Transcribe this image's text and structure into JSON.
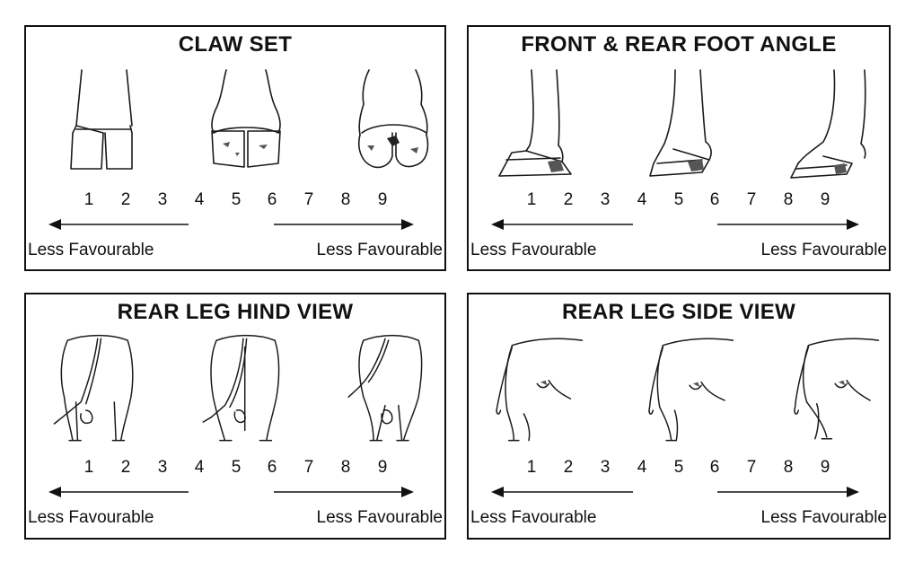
{
  "panels": [
    {
      "title": "CLAW SET",
      "scale": [
        "1",
        "2",
        "3",
        "4",
        "5",
        "6",
        "7",
        "8",
        "9"
      ],
      "left_label": "Less Favourable",
      "right_label": "Less Favourable"
    },
    {
      "title": "FRONT & REAR FOOT ANGLE",
      "scale": [
        "1",
        "2",
        "3",
        "4",
        "5",
        "6",
        "7",
        "8",
        "9"
      ],
      "left_label": "Less Favourable",
      "right_label": "Less Favourable"
    },
    {
      "title": "REAR LEG HIND VIEW",
      "scale": [
        "1",
        "2",
        "3",
        "4",
        "5",
        "6",
        "7",
        "8",
        "9"
      ],
      "left_label": "Less Favourable",
      "right_label": "Less Favourable"
    },
    {
      "title": "REAR LEG SIDE VIEW",
      "scale": [
        "1",
        "2",
        "3",
        "4",
        "5",
        "6",
        "7",
        "8",
        "9"
      ],
      "left_label": "Less Favourable",
      "right_label": "Less Favourable"
    }
  ]
}
